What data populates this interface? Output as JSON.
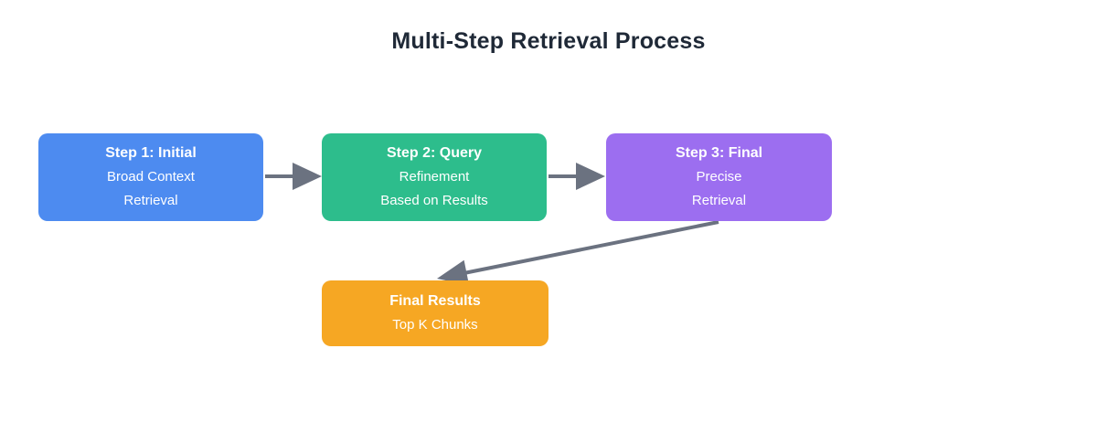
{
  "title": "Multi-Step Retrieval Process",
  "diagram": {
    "nodes": [
      {
        "label": "Step 1: Initial",
        "line1": "Broad Context",
        "line2": "Retrieval",
        "color": "#4D8BF0"
      },
      {
        "label": "Step 2: Query",
        "line1": "Refinement",
        "line2": "Based on Results",
        "color": "#2DBD8C"
      },
      {
        "label": "Step 3: Final",
        "line1": "Precise",
        "line2": "Retrieval",
        "color": "#9C6EF0"
      },
      {
        "label": "Final Results",
        "line1": "Top K Chunks",
        "color": "#F6A723"
      }
    ],
    "edges": [
      {
        "from": "Step 1: Initial",
        "to": "Step 2: Query"
      },
      {
        "from": "Step 2: Query",
        "to": "Step 3: Final"
      },
      {
        "from": "Step 3: Final",
        "to": "Final Results"
      }
    ],
    "arrow_color": "#6B7280",
    "title_color": "#1F2937",
    "background": "#FFFFFF"
  }
}
